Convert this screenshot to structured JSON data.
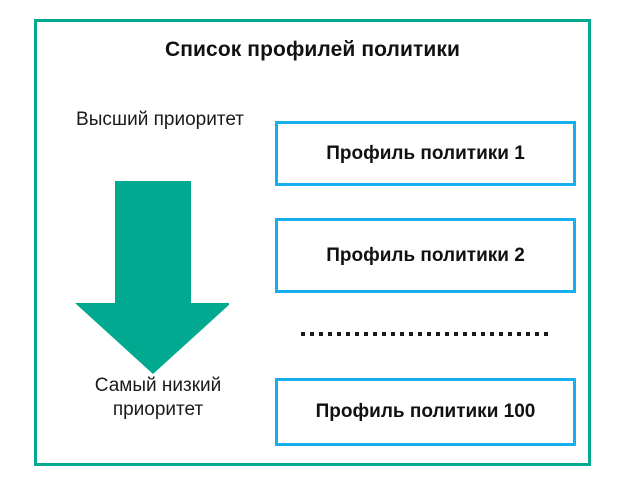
{
  "panel": {
    "title": "Список профилей политики",
    "border_color": "#00A98F"
  },
  "priority": {
    "high_label": "Высший приоритет",
    "low_label": "Самый низкий приоритет",
    "arrow": {
      "icon": "arrow-down-icon",
      "color": "#00A98F",
      "direction": "down"
    }
  },
  "profiles": {
    "box_border_color": "#14AFEC",
    "items": [
      {
        "label": "Профиль политики 1"
      },
      {
        "label": "Профиль политики 2"
      },
      {
        "label": "Профиль политики 100"
      }
    ],
    "ellipsis": {
      "style": "dotted-line"
    }
  }
}
